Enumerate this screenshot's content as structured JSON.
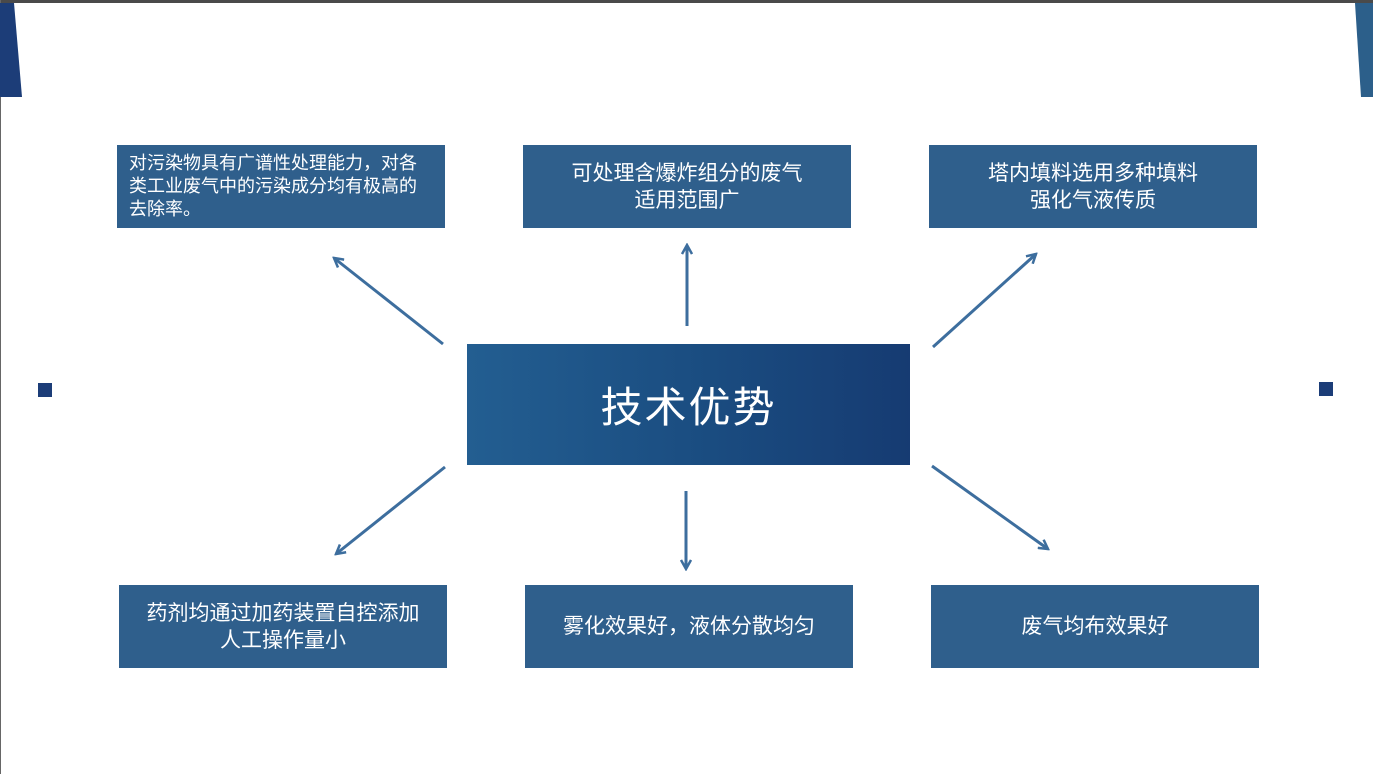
{
  "center_title": "技术优势",
  "features": {
    "top_left": "对污染物具有广谱性处理能力，对各类工业废气中的污染成分均有极高的去除率。",
    "top_center_line1": "可处理含爆炸组分的废气",
    "top_center_line2": "适用范围广",
    "top_right_line1": "塔内填料选用多种填料",
    "top_right_line2": "强化气液传质",
    "bottom_left_line1": "药剂均通过加药装置自控添加",
    "bottom_left_line2": "人工操作量小",
    "bottom_center": "雾化效果好，液体分散均匀",
    "bottom_right": "废气均布效果好"
  },
  "colors": {
    "box_fill": "#2f5f8c",
    "center_gradient_start": "#235e91",
    "center_gradient_end": "#163b72",
    "arrow": "#3d6e9e",
    "accent_navy": "#1c3d78"
  }
}
